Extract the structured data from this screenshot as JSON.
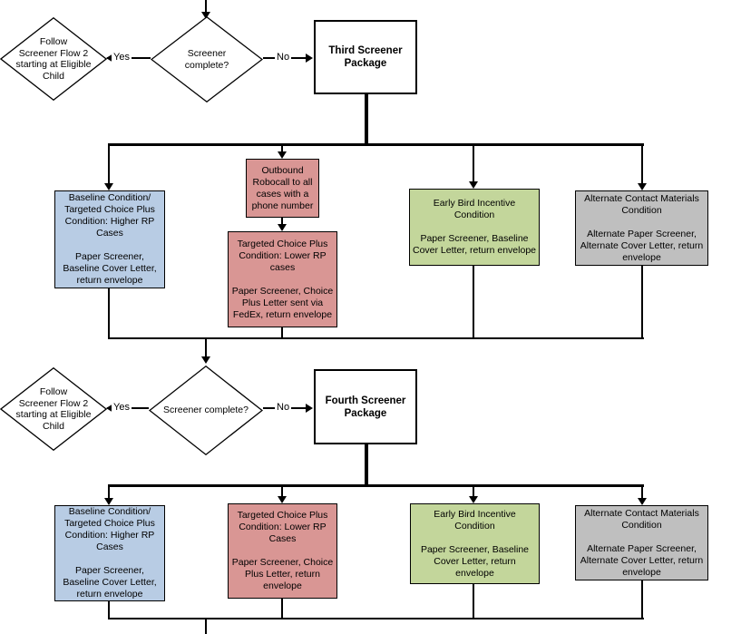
{
  "colors": {
    "baseline_blue": "#b8cce4",
    "targeted_red": "#d99694",
    "earlybird_green": "#c3d69b",
    "alternate_gray": "#bfbfbf",
    "connector_black": "#000000"
  },
  "labels": {
    "yes": "Yes",
    "no": "No"
  },
  "row1": {
    "follow_diamond": "Follow\nScreener Flow 2\nstarting at Eligible\nChild",
    "decision_diamond": "Screener\ncomplete?",
    "package": "Third Screener\nPackage",
    "baseline": "Baseline Condition/\nTargeted Choice Plus\nCondition: Higher RP\nCases\n\nPaper Screener,\nBaseline Cover Letter,\nreturn envelope",
    "robocall": "Outbound\nRobocall to all\ncases with a\nphone number",
    "targeted": "Targeted Choice Plus\nCondition: Lower RP\ncases\n\nPaper Screener, Choice\nPlus Letter sent via\nFedEx, return envelope",
    "earlybird": "Early Bird Incentive\nCondition\n\nPaper Screener, Baseline\nCover Letter, return envelope",
    "alternate": "Alternate Contact Materials\nCondition\n\nAlternate Paper Screener,\nAlternate Cover Letter, return\nenvelope"
  },
  "row2": {
    "follow_diamond": "Follow\nScreener Flow 2\nstarting at Eligible\nChild",
    "decision_diamond": "Screener complete?",
    "package": "Fourth Screener\nPackage",
    "baseline": "Baseline Condition/\nTargeted Choice Plus\nCondition: Higher RP\nCases\n\nPaper Screener,\nBaseline Cover Letter,\nreturn envelope",
    "targeted": "Targeted Choice Plus\nCondition: Lower RP\nCases\n\nPaper Screener, Choice\nPlus Letter, return\nenvelope",
    "earlybird": "Early Bird Incentive\nCondition\n\nPaper Screener, Baseline\nCover Letter, return\nenvelope",
    "alternate": "Alternate Contact Materials\nCondition\n\nAlternate Paper Screener,\nAlternate Cover Letter, return\nenvelope"
  }
}
